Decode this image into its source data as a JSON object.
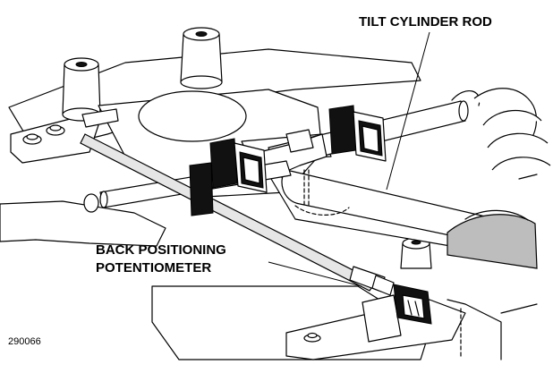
{
  "labels": {
    "tilt_cylinder_rod": "TILT CYLINDER ROD",
    "back_positioning_line1": "BACK POSITIONING",
    "back_positioning_line2": "POTENTIOMETER"
  },
  "figure_number": "290066"
}
